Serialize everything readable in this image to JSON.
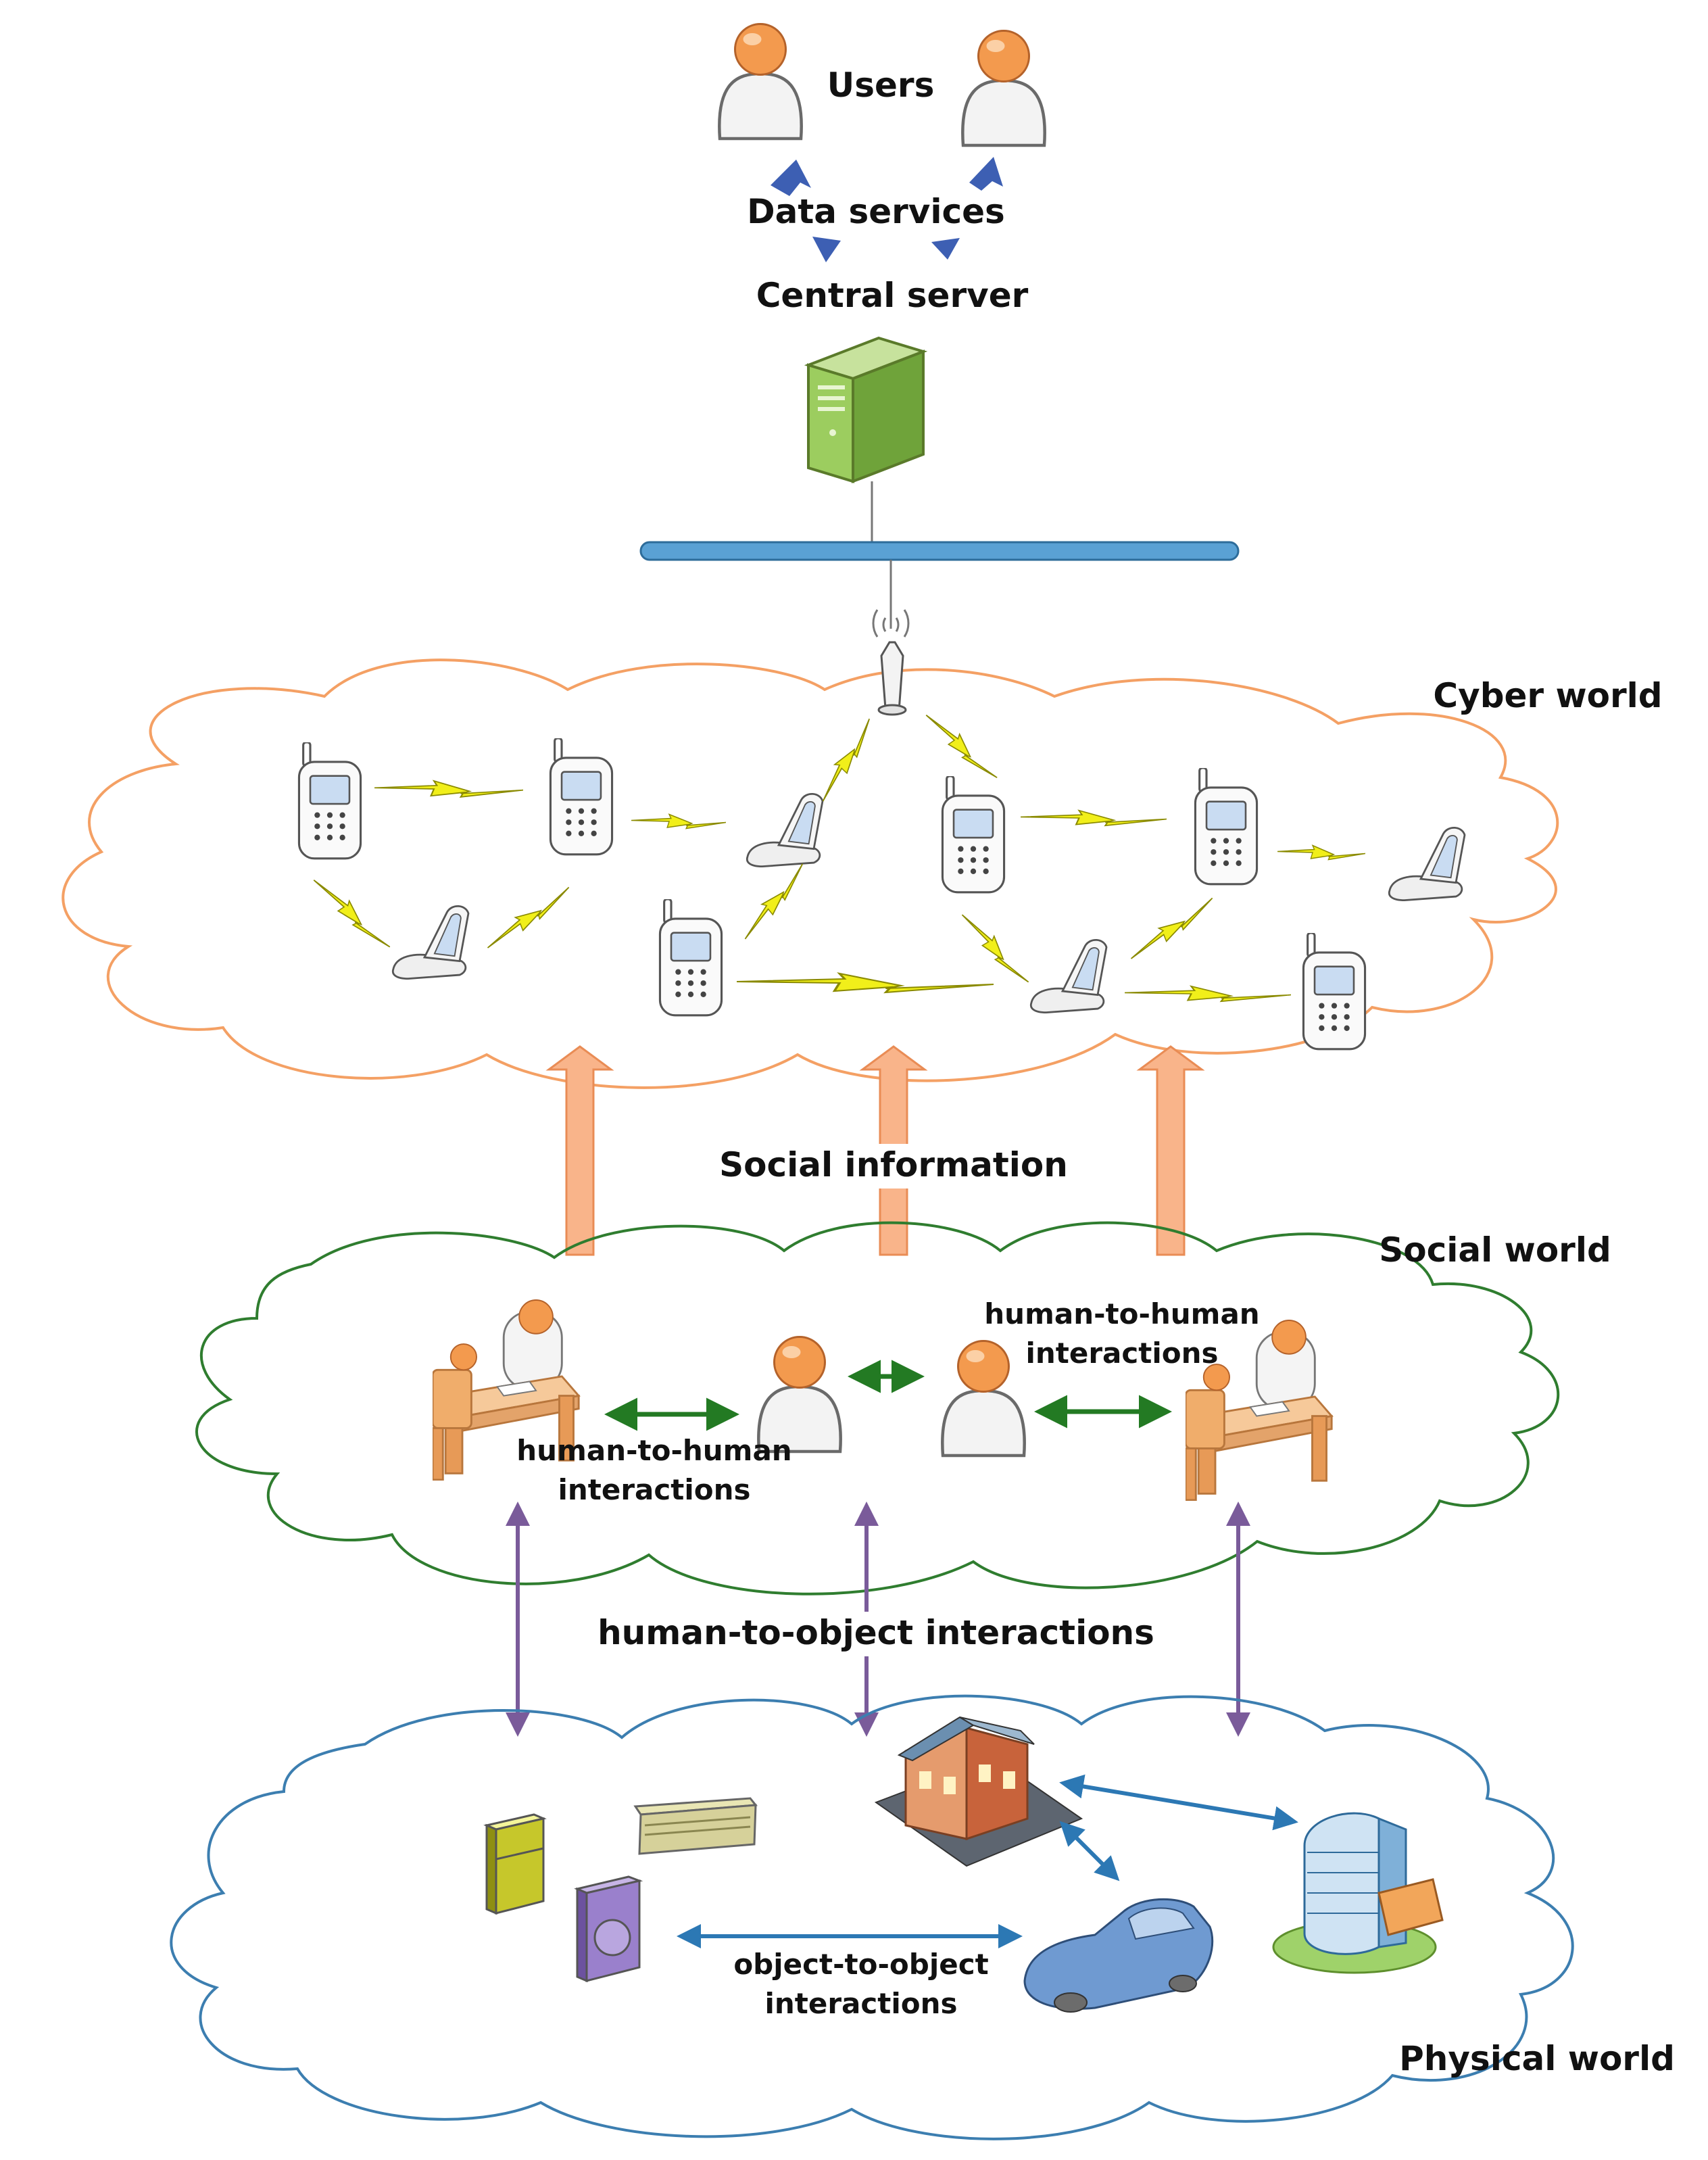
{
  "labels": {
    "users": "Users",
    "data_services": "Data services",
    "central_server": "Central server",
    "cyber_world": "Cyber world",
    "social_information": "Social information",
    "social_world": "Social world",
    "h2h_left_line1": "human-to-human",
    "h2h_left_line2": "interactions",
    "h2h_right_line1": "human-to-human",
    "h2h_right_line2": "interactions",
    "human_to_object": "human-to-object interactions",
    "o2o_line1": "object-to-object",
    "o2o_line2": "interactions",
    "physical_world": "Physical world"
  },
  "colors": {
    "cyber_cloud": "#f4a064",
    "social_cloud": "#2f7d2f",
    "physical_cloud": "#3c7eb0",
    "social_info_arrow": "#f9b48a",
    "h2h_arrow": "#237a23",
    "h2o_arrow": "#7a5b9a",
    "o2o_arrow": "#2c78b4",
    "data_service_arrow": "#3d5fb3",
    "lightning": "#f1ef1a",
    "network_bar": "#5aa1d4",
    "server": "#8dc24f",
    "person_head": "#f39a4e"
  },
  "icons": {
    "users": "user-icon",
    "server": "server-icon",
    "antenna": "antenna-icon",
    "phones": "mobile-phone-icon",
    "desk_workers": "desk-worker-icon",
    "fridge": "fridge-icon",
    "air_conditioner": "air-conditioner-icon",
    "washing_machine": "washing-machine-icon",
    "house": "house-icon",
    "car": "car-icon",
    "building": "building-icon"
  }
}
